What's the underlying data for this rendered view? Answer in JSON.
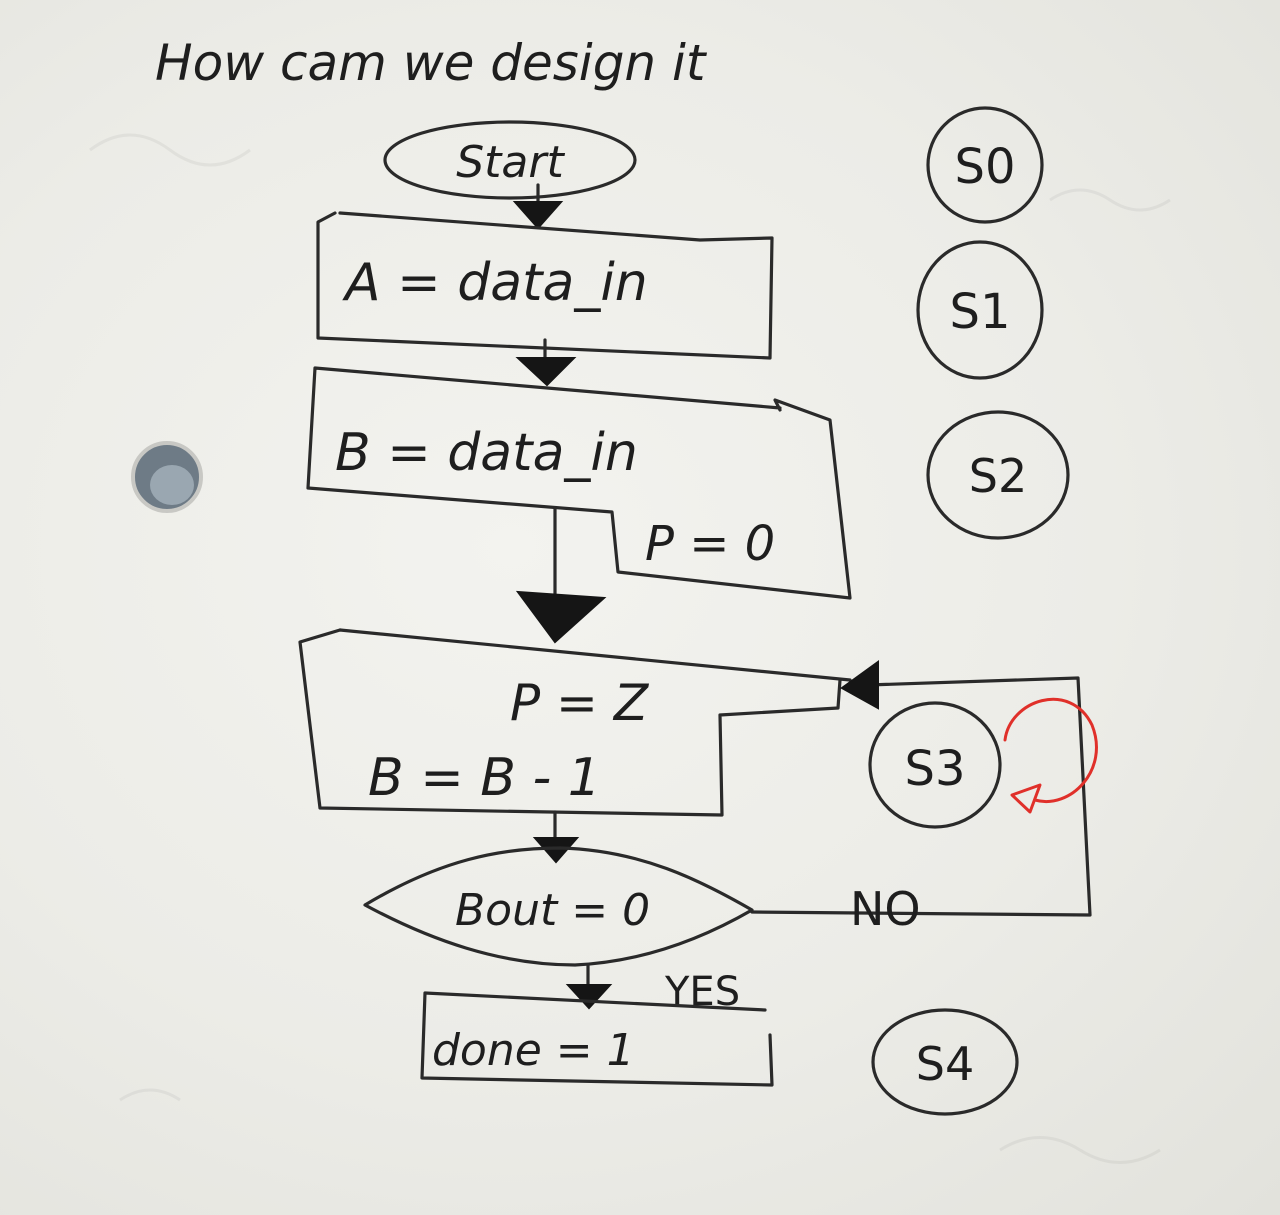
{
  "title": "How cam we design it",
  "nodes": {
    "start": "Start",
    "s1_box": "A = data_in",
    "s2_box_line1": "B = data_in",
    "s2_box_line2": "P = 0",
    "s3_box_line1": "P = Z",
    "s3_box_line2": "B = B - 1",
    "decision": "Bout = 0",
    "s4_box": "done = 1"
  },
  "edge_labels": {
    "no": "NO",
    "yes": "YES"
  },
  "states": [
    "S0",
    "S1",
    "S2",
    "S3",
    "S4"
  ],
  "colors": {
    "ink": "#2a2a2a",
    "paper": "#eeeeea",
    "red_loop": "#e0302a"
  }
}
